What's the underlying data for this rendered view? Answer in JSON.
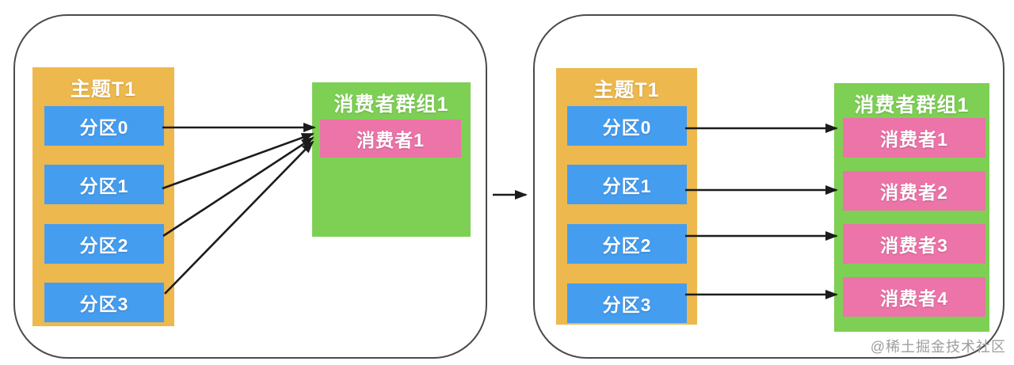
{
  "panels": [
    {
      "topic": {
        "title": "主题T1",
        "partitions": [
          "分区0",
          "分区1",
          "分区2",
          "分区3"
        ]
      },
      "group": {
        "title": "消费者群组1",
        "consumers": [
          "消费者1"
        ]
      },
      "connections": [
        [
          0,
          0
        ],
        [
          1,
          0
        ],
        [
          2,
          0
        ],
        [
          3,
          0
        ]
      ]
    },
    {
      "topic": {
        "title": "主题T1",
        "partitions": [
          "分区0",
          "分区1",
          "分区2",
          "分区3"
        ]
      },
      "group": {
        "title": "消费者群组1",
        "consumers": [
          "消费者1",
          "消费者2",
          "消费者3",
          "消费者4"
        ]
      },
      "connections": [
        [
          0,
          0
        ],
        [
          1,
          1
        ],
        [
          2,
          2
        ],
        [
          3,
          3
        ]
      ]
    }
  ],
  "watermark": {
    "text": "@稀土掘金技术社区"
  },
  "colors": {
    "topic_fill": "#edb84d",
    "partition_fill": "#459df0",
    "group_fill": "#7ed054",
    "consumer_fill": "#ec74a8",
    "arrow": "#1c1c1c",
    "panel_border": "#4a4a4a",
    "watermark_text": "#9e9e9e"
  }
}
